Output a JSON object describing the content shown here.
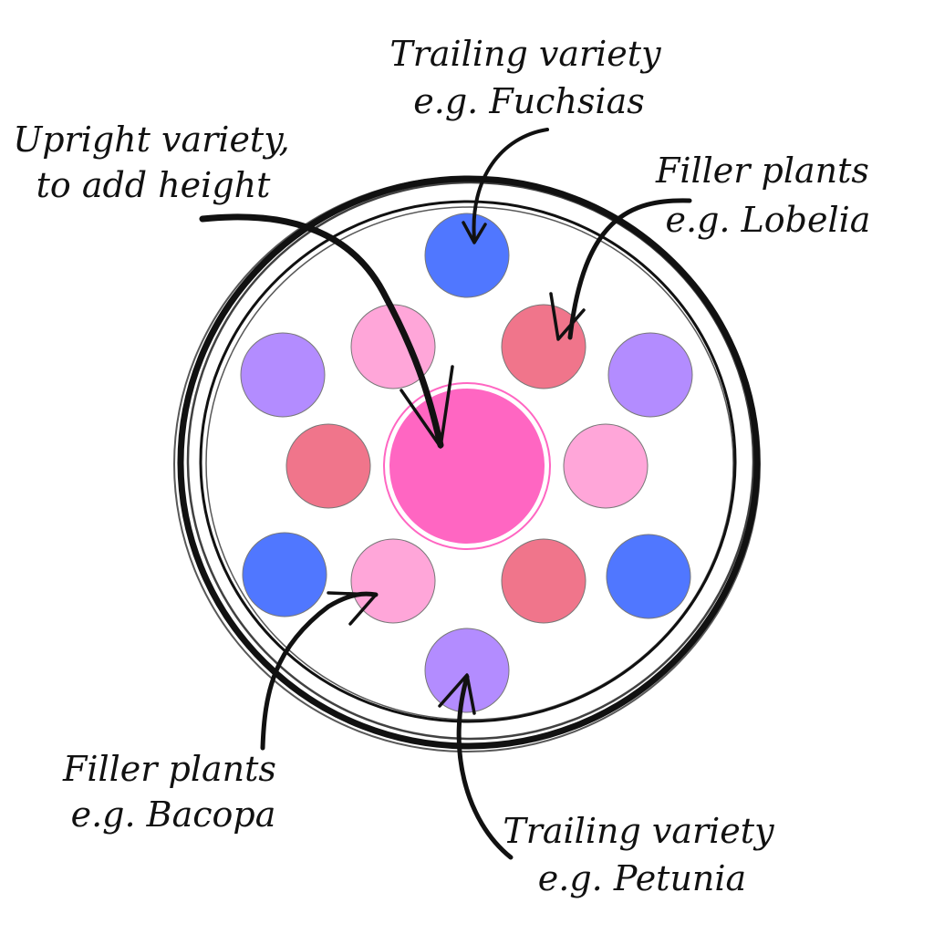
{
  "colors": {
    "background": "#ffffff",
    "ink": "#111111",
    "blue": "#5077ff",
    "purple": "#b38cff",
    "light_pink": "#ffa6d9",
    "coral": "#f0758b",
    "hot_pink": "#ff66c2"
  },
  "labels": {
    "trailing_top": [
      "Trailing variety",
      "e.g. Fuchsias"
    ],
    "upright": [
      "Upright variety,",
      "to add height"
    ],
    "filler_right": [
      "Filler plants",
      "e.g. Lobelia"
    ],
    "filler_left": [
      "Filler plants",
      "e.g. Bacopa"
    ],
    "trailing_bottom": [
      "Trailing variety",
      "e.g. Petunia"
    ]
  },
  "plants": [
    {
      "name": "center-plant",
      "color": "hot_pink"
    },
    {
      "name": "plant-top",
      "color": "blue"
    },
    {
      "name": "plant-upper-left-inner",
      "color": "light_pink"
    },
    {
      "name": "plant-upper-right-inner",
      "color": "coral"
    },
    {
      "name": "plant-upper-left-outer",
      "color": "purple"
    },
    {
      "name": "plant-upper-right-outer",
      "color": "purple"
    },
    {
      "name": "plant-mid-left",
      "color": "coral"
    },
    {
      "name": "plant-mid-right",
      "color": "light_pink"
    },
    {
      "name": "plant-lower-left-outer",
      "color": "blue"
    },
    {
      "name": "plant-lower-right-outer",
      "color": "blue"
    },
    {
      "name": "plant-lower-left-inner",
      "color": "light_pink"
    },
    {
      "name": "plant-lower-right-inner",
      "color": "coral"
    },
    {
      "name": "plant-bottom",
      "color": "purple"
    }
  ]
}
